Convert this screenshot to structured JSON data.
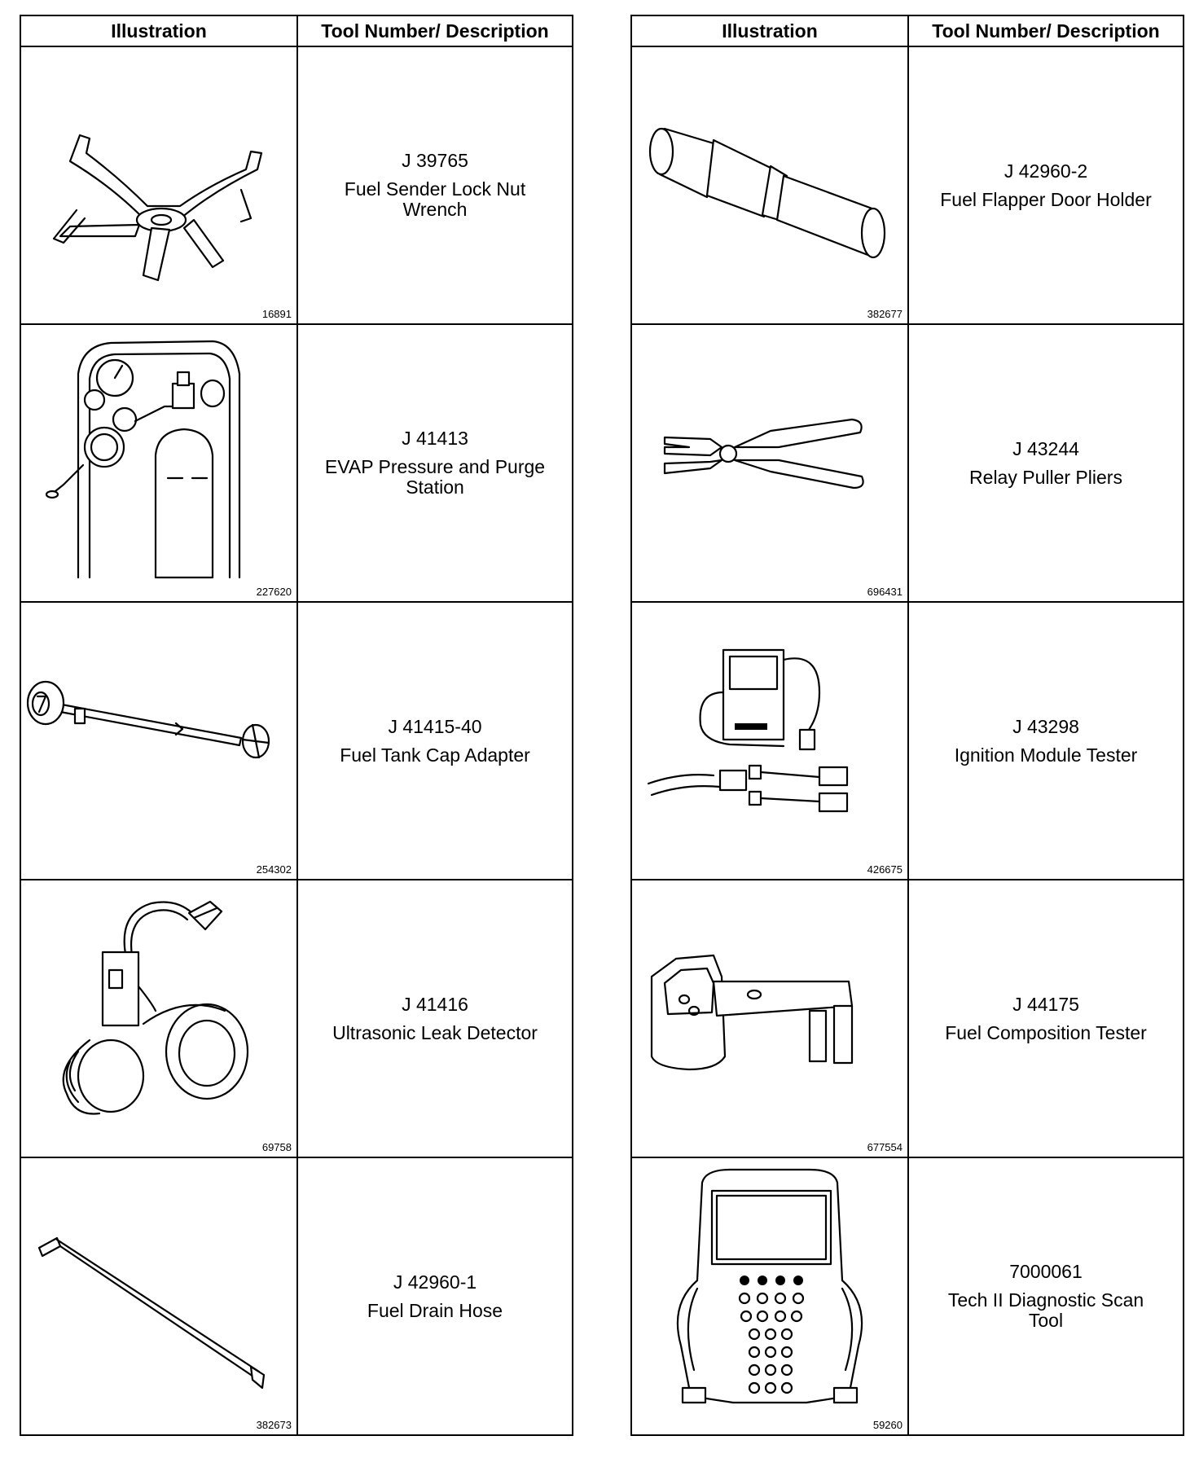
{
  "left_table": {
    "header": {
      "illustration": "Illustration",
      "tool": "Tool Number/ Description"
    },
    "rows": [
      {
        "figure": "16891",
        "number": "J 39765",
        "description": "Fuel Sender Lock Nut Wrench",
        "icon": "lock-nut-wrench-icon"
      },
      {
        "figure": "227620",
        "number": "J 41413",
        "description": "EVAP Pressure and Purge Station",
        "icon": "evap-station-icon"
      },
      {
        "figure": "254302",
        "number": "J 41415-40",
        "description": "Fuel Tank Cap Adapter",
        "icon": "cap-adapter-icon"
      },
      {
        "figure": "69758",
        "number": "J 41416",
        "description": "Ultrasonic Leak Detector",
        "icon": "leak-detector-icon"
      },
      {
        "figure": "382673",
        "number": "J 42960-1",
        "description": "Fuel Drain Hose",
        "icon": "drain-hose-icon"
      }
    ]
  },
  "right_table": {
    "header": {
      "illustration": "Illustration",
      "tool": "Tool Number/ Description"
    },
    "rows": [
      {
        "figure": "382677",
        "number": "J 42960-2",
        "description": "Fuel Flapper Door Holder",
        "icon": "flapper-door-holder-icon"
      },
      {
        "figure": "696431",
        "number": "J 43244",
        "description": "Relay Puller Pliers",
        "icon": "relay-pliers-icon"
      },
      {
        "figure": "426675",
        "number": "J 43298",
        "description": "Ignition Module Tester",
        "icon": "module-tester-icon"
      },
      {
        "figure": "677554",
        "number": "J 44175",
        "description": "Fuel Composition Tester",
        "icon": "composition-tester-icon"
      },
      {
        "figure": "59260",
        "number": "7000061",
        "description": "Tech II Diagnostic Scan Tool",
        "icon": "scan-tool-icon"
      }
    ]
  }
}
